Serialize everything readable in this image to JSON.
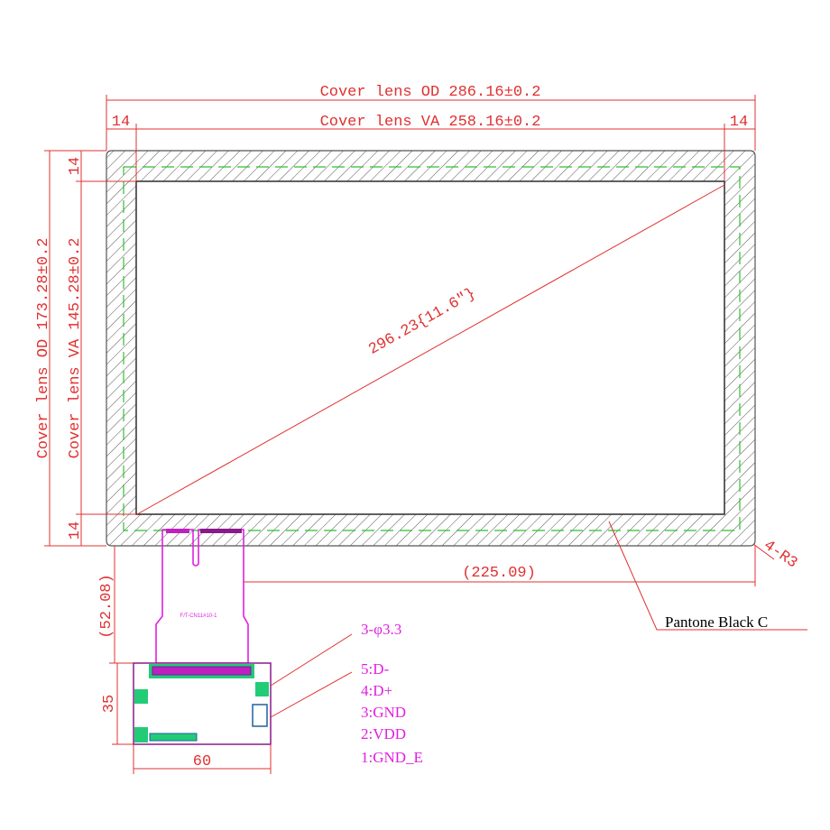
{
  "dimensions": {
    "od_width": "Cover lens OD 286.16±0.2",
    "va_width": "Cover lens VA 258.16±0.2",
    "od_height": "Cover lens OD 173.28±0.2",
    "va_height": "Cover lens VA 145.28±0.2",
    "border_left": "14",
    "border_right": "14",
    "border_top": "14",
    "border_bottom": "14",
    "diagonal": "296.23{11.6\"}",
    "fpc_offset": "(225.09)",
    "fpc_length": "(52.08)",
    "corner_radius": "4-R3",
    "board_height": "35",
    "board_width": "60"
  },
  "notes": {
    "color": "Pantone Black C",
    "holes": "3-φ3.3",
    "pins": [
      "5:D-",
      "4:D+",
      "3:GND",
      "2:VDD",
      "1:GND_E"
    ]
  },
  "colors": {
    "dimension": "#e03030",
    "fpc": "#e020e0",
    "pads": "#22cc77",
    "border": "#555555"
  }
}
